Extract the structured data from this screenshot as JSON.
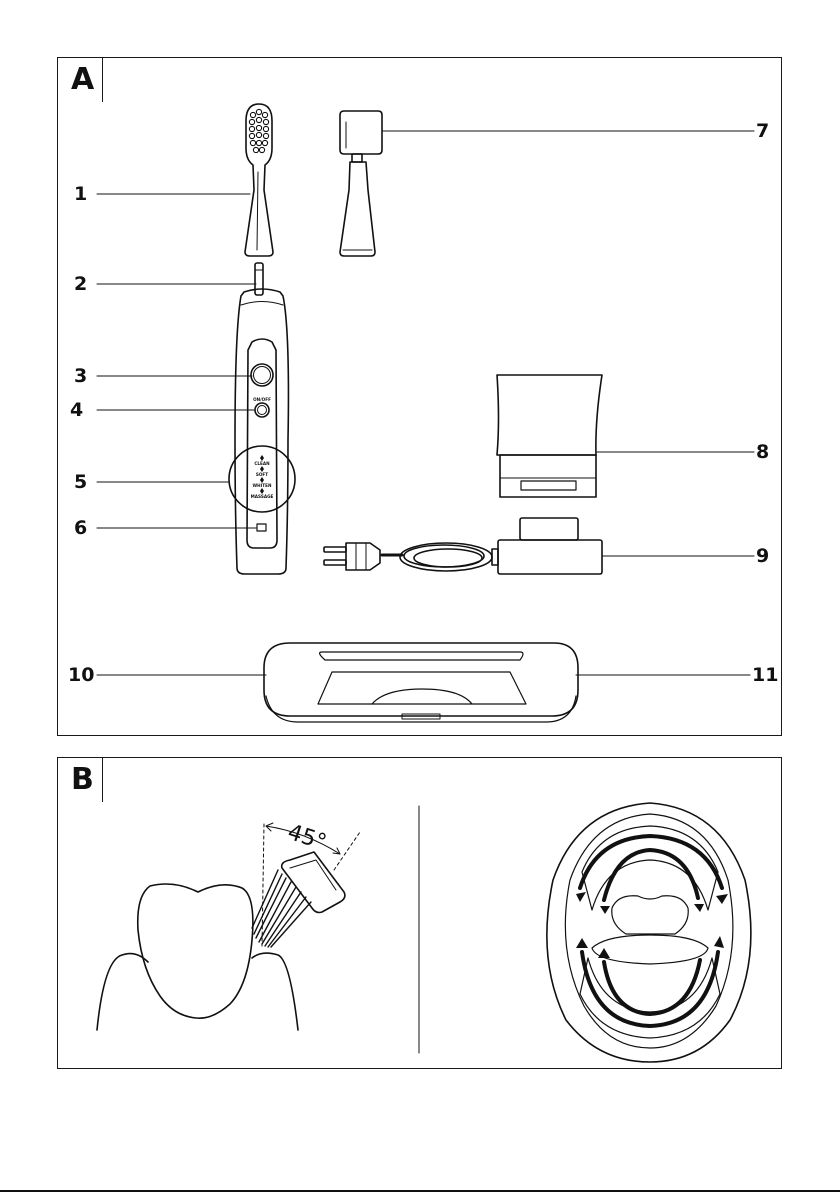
{
  "panels": {
    "a": {
      "letter": "A"
    },
    "b": {
      "letter": "B"
    }
  },
  "callouts": [
    "1",
    "2",
    "3",
    "4",
    "5",
    "6",
    "7",
    "8",
    "9",
    "10",
    "11"
  ],
  "handle_labels": {
    "on_off": "ON/OFF",
    "clean": "CLEAN",
    "soft": "SOFT",
    "whiten": "WHITEN",
    "massage": "MASSAGE"
  },
  "angle_label": "45°"
}
